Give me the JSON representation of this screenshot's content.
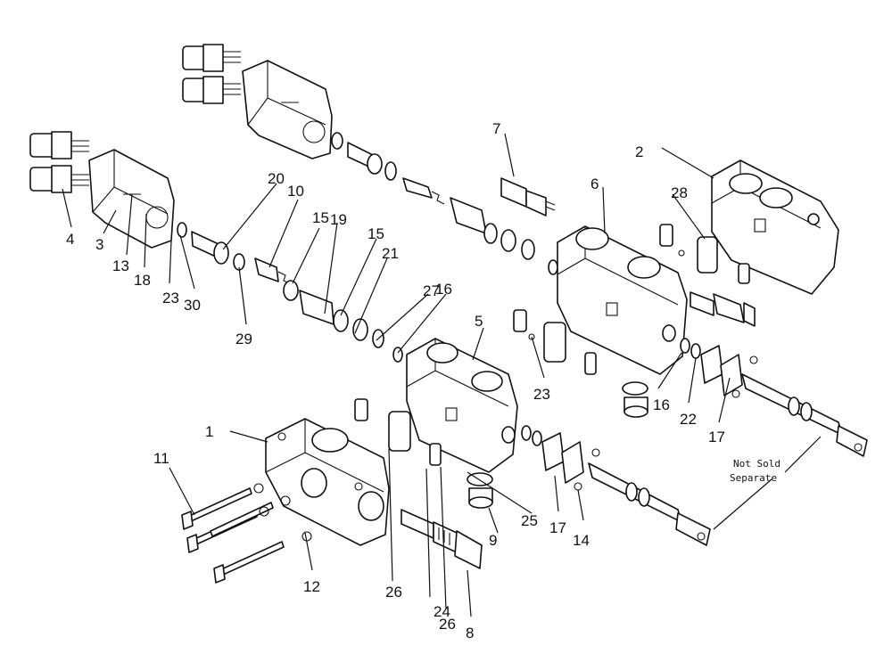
{
  "diagram": {
    "callouts": {
      "c1": "1",
      "c2": "2",
      "c3": "3",
      "c4": "4",
      "c5": "5",
      "c6": "6",
      "c7": "7",
      "c8": "8",
      "c9": "9",
      "c10": "10",
      "c11": "11",
      "c12": "12",
      "c13": "13",
      "c14": "14",
      "c15a": "15",
      "c15b": "15",
      "c16a": "16",
      "c16b": "16",
      "c17a": "17",
      "c17b": "17",
      "c18": "18",
      "c19": "19",
      "c20": "20",
      "c21": "21",
      "c22": "22",
      "c23a": "23",
      "c23b": "23",
      "c24": "24",
      "c25": "25",
      "c26a": "26",
      "c26b": "26",
      "c27": "27",
      "c28": "28",
      "c29": "29",
      "c30": "30"
    },
    "note": {
      "line1": "Not Sold",
      "line2": "Separate"
    }
  }
}
